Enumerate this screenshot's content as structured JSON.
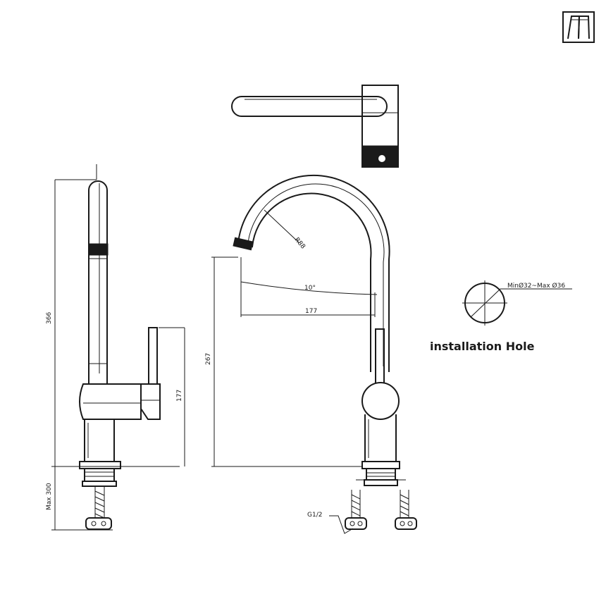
{
  "drawing": {
    "dimensions": {
      "total_height": "366",
      "max_hose": "Max 300",
      "handle_height": "177",
      "spout_height": "267",
      "reach": "177",
      "radius": "R88",
      "angle": "10°",
      "thread": "G1/2"
    },
    "hole": {
      "spec": "MinØ32~Max Ø36",
      "label": "installation Hole"
    }
  },
  "colors": {
    "line": "#1a1a1a",
    "background": "#ffffff"
  },
  "icons": {
    "logo": "brand-logo-icon"
  }
}
